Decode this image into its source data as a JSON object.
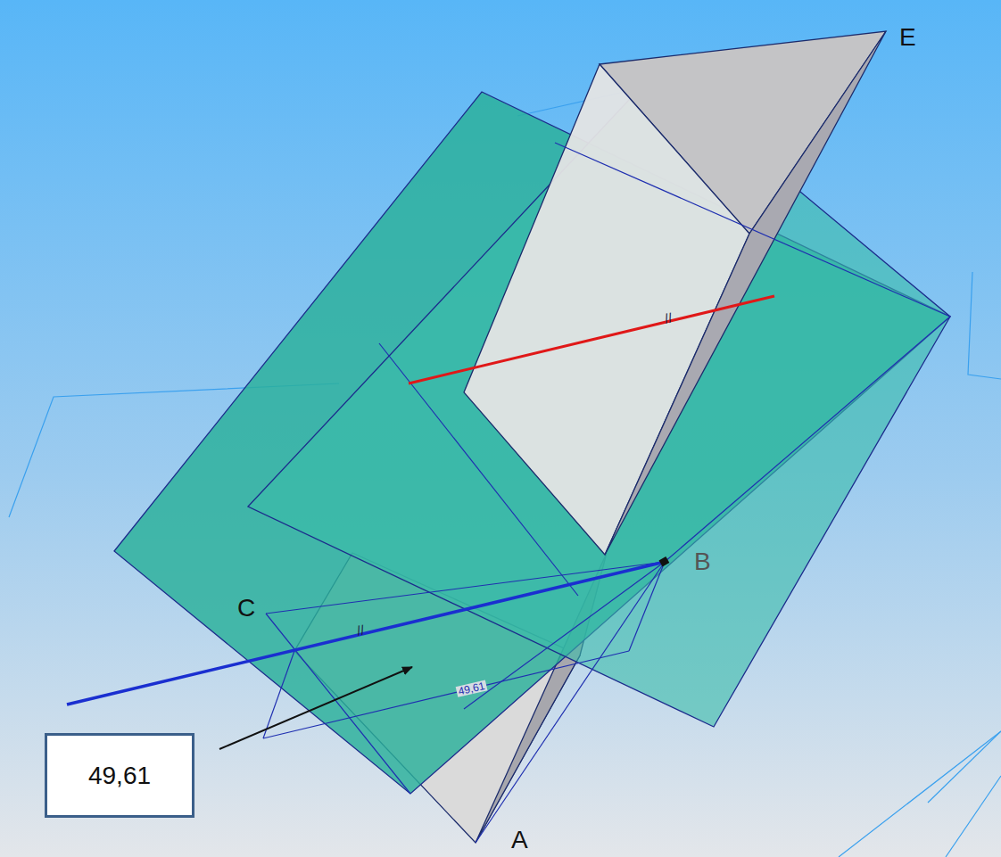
{
  "diagram": {
    "nodes": [
      {
        "text": [
          "49,61"
        ]
      }
    ],
    "edges": [],
    "labels": [
      "E",
      "B",
      "C",
      "A",
      "49,61",
      "//",
      "//"
    ]
  }
}
